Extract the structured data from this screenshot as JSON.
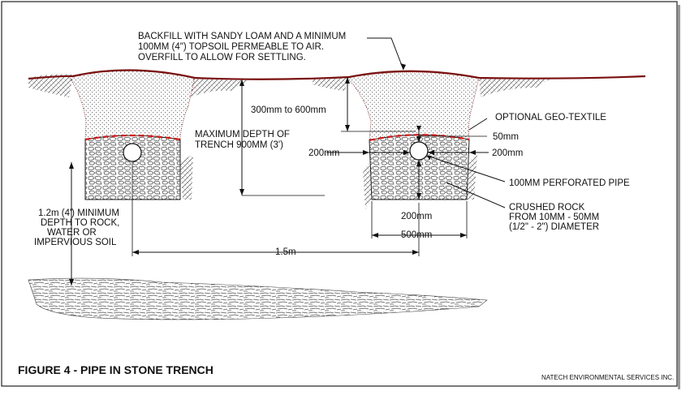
{
  "figure_title": "FIGURE 4 - PIPE IN STONE TRENCH",
  "company": "NATECH ENVIRONMENTAL SERVICES INC.",
  "labels": {
    "backfill": [
      "BACKFILL WITH SANDY LOAM AND A MINIMUM",
      "100MM (4\") TOPSOIL PERMEABLE TO AIR.",
      "OVERFILL TO ALLOW FOR SETTLING."
    ],
    "depth_range": "300mm to 600mm",
    "max_depth": [
      "MAXIMUM DEPTH OF",
      "TRENCH 900MM (3')"
    ],
    "geotextile": "OPTIONAL GEO-TEXTILE",
    "cover": "50mm",
    "side_left": "200mm",
    "side_right": "200mm",
    "pipe": "100MM PERFORATED PIPE",
    "rock": [
      "CRUSHED ROCK",
      "FROM 10MM - 50MM",
      "(1/2\" - 2\") DIAMETER"
    ],
    "bottom": "200mm",
    "width": "500mm",
    "spacing": "1.5m",
    "min_depth": [
      "1.2m (4') MINIMUM",
      "DEPTH TO ROCK,",
      "WATER OR",
      "IMPERVIOUS SOIL"
    ]
  },
  "colors": {
    "ground_line": "#7a1010",
    "geotextile": "#d01818",
    "line": "#111111"
  }
}
